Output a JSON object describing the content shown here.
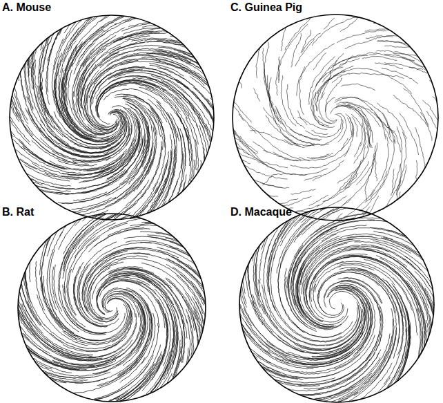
{
  "diagram": {
    "labels": [
      "A. Mouse",
      "C. Guinea Pig",
      "B. Rat",
      "D. Macaque"
    ]
  }
}
